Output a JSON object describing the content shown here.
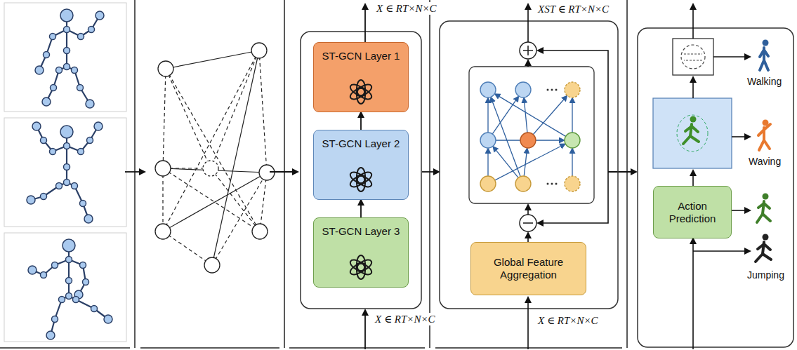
{
  "diagram": {
    "nodes": [
      {
        "text": [
          "ST-GCN Layer 1"
        ]
      },
      {
        "text": [
          "ST-GCN Layer 2"
        ]
      },
      {
        "text": [
          "ST-GCN Layer 3"
        ]
      },
      {
        "text": [
          "Global Feature Aggregation"
        ]
      },
      {
        "text": [
          "Action Prediction"
        ]
      }
    ],
    "edges": [
      {
        "from": 2,
        "to": 1,
        "arrow": "to"
      },
      {
        "from": 1,
        "to": 0,
        "arrow": "to"
      }
    ],
    "labels": [
      "X ∈ RT×N×C",
      "X ∈ RT×N×C",
      "XST ∈ RT×N×C",
      "X ∈ RT×N×C",
      "Walking",
      "Waving",
      "Jumping"
    ]
  }
}
